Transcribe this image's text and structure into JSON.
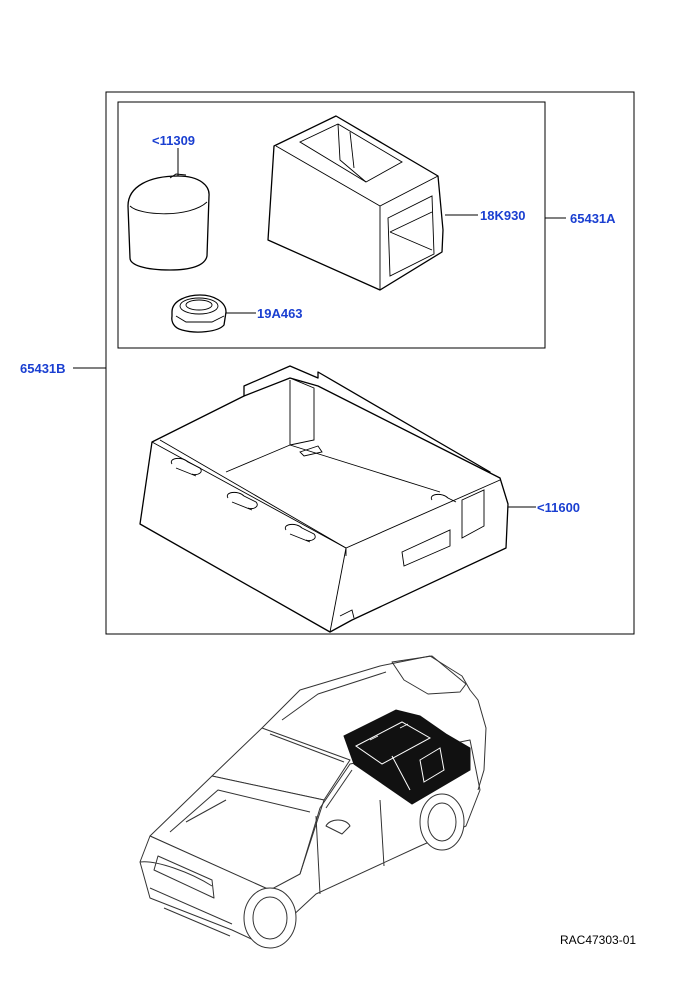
{
  "callouts": {
    "c_11309": "<11309",
    "c_18k930": "18K930",
    "c_65431a": "65431A",
    "c_19a463": "19A463",
    "c_65431b": "65431B",
    "c_11600": "<11600"
  },
  "reference": "RAC47303-01",
  "colors": {
    "callout": "#1a3fd1",
    "line": "#000000",
    "highlight": "#111111"
  }
}
